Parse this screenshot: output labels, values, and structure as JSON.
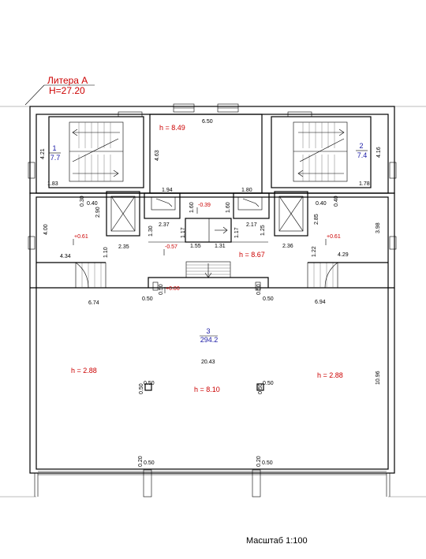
{
  "header": {
    "litera": "Литера А",
    "height_mark": "H=27.20"
  },
  "scale": "Масштаб 1:100",
  "rooms": [
    {
      "number": "1",
      "area": "7.7"
    },
    {
      "number": "2",
      "area": "7.4"
    },
    {
      "number": "3",
      "area": "294.2"
    }
  ],
  "heights": {
    "top_center": "h = 8.49",
    "middle_center": "h = 8.67",
    "hall_left": "h = 2.88",
    "hall_right": "h = 2.88",
    "hall_center": "h = 8.10"
  },
  "levels": {
    "left": "+0.61",
    "right": "+0.61",
    "center": "+0.00",
    "upper_mid": "-0.39",
    "lower_mid": "-0.57"
  },
  "dimensions": {
    "top_width": "6.50",
    "stair_left_h": "4.21",
    "stair_left_w": "1.83",
    "stair_left_mid": "4.63",
    "stair_right_h": "4.16",
    "stair_right_w": "1.78",
    "lift_left_top": "1.94",
    "lift_right_top": "1.80",
    "corr_left_a": "0.30",
    "corr_left_b": "0.40",
    "corr_left_c": "2.90",
    "corr_right_a": "0.40",
    "corr_right_b": "0.40",
    "corr_right_c": "2.85",
    "left_room_h": "4.00",
    "right_room_h": "3.98",
    "mid_1_60_l": "1.60",
    "mid_1_60_r": "1.60",
    "mid_1_30": "1.30",
    "mid_1_17_l": "1.17",
    "mid_1_17_r": "1.17",
    "mid_1_25": "1.25",
    "mid_2_37": "2.37",
    "mid_2_17": "2.17",
    "mid_2_35": "2.35",
    "mid_2_36": "2.36",
    "mid_1_55": "1.55",
    "mid_1_31": "1.31",
    "left_1_10": "1.10",
    "right_1_22": "1.22",
    "left_4_34": "4.34",
    "right_4_29": "4.29",
    "hall_6_74": "6.74",
    "hall_6_94": "6.94",
    "col_l_050a": "0.50",
    "col_l_050b": "0.50",
    "col_r_050a": "0.50",
    "col_r_050b": "0.50",
    "hall_width": "20.43",
    "hall_depth": "10.96",
    "pillar_l_a": "0.50",
    "pillar_l_b": "0.50",
    "pillar_r_a": "0.50",
    "pillar_r_b": "0.50",
    "bottom_l_a": "0.20",
    "bottom_l_b": "0.50",
    "bottom_r_a": "0.20",
    "bottom_r_b": "0.50"
  }
}
